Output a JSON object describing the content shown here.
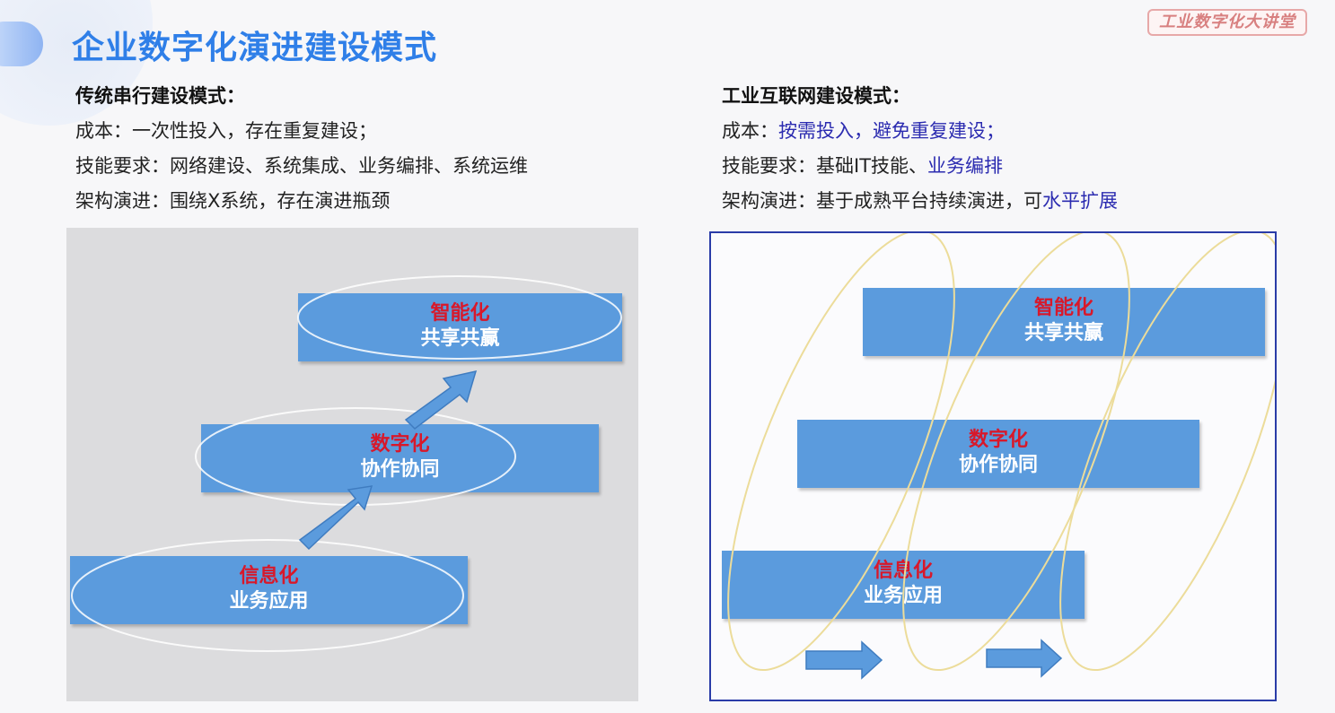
{
  "page_title": "企业数字化演进建设模式",
  "logo_text": "工业数字化大讲堂",
  "left": {
    "heading": "传统串行建设模式：",
    "cost_label": "成本：",
    "cost_text": "一次性投入，存在重复建设；",
    "skill_label": "技能要求：",
    "skill_text": "网络建设、系统集成、业务编排、系统运维",
    "arch_label": "架构演进：",
    "arch_text": "围绕X系统，存在演进瓶颈"
  },
  "right": {
    "heading": "工业互联网建设模式：",
    "cost_label": "成本：",
    "cost_text": "按需投入，避免重复建设；",
    "skill_label": "技能要求：",
    "skill_text_plain": "基础IT技能、",
    "skill_text_hl": "业务编排",
    "arch_label": "架构演进：",
    "arch_text_plain": "基于成熟平台持续演进，可",
    "arch_text_hl": "水平扩展"
  },
  "diagram_left": {
    "stages": [
      {
        "title": "智能化",
        "subtitle": "共享共赢"
      },
      {
        "title": "数字化",
        "subtitle": "协作协同"
      },
      {
        "title": "信息化",
        "subtitle": "业务应用"
      }
    ]
  },
  "diagram_right": {
    "stages": [
      {
        "title": "智能化",
        "subtitle": "共享共赢"
      },
      {
        "title": "数字化",
        "subtitle": "协作协同"
      },
      {
        "title": "信息化",
        "subtitle": "业务应用"
      }
    ]
  },
  "colors": {
    "title_blue": "#2f7fe8",
    "bar_blue": "#5b9bdd",
    "stage_red": "#d8182a",
    "highlight_blue": "#2b2bb0",
    "frame_navy": "#2a3ca8",
    "ellipse_yellow": "#ecdc9a"
  }
}
